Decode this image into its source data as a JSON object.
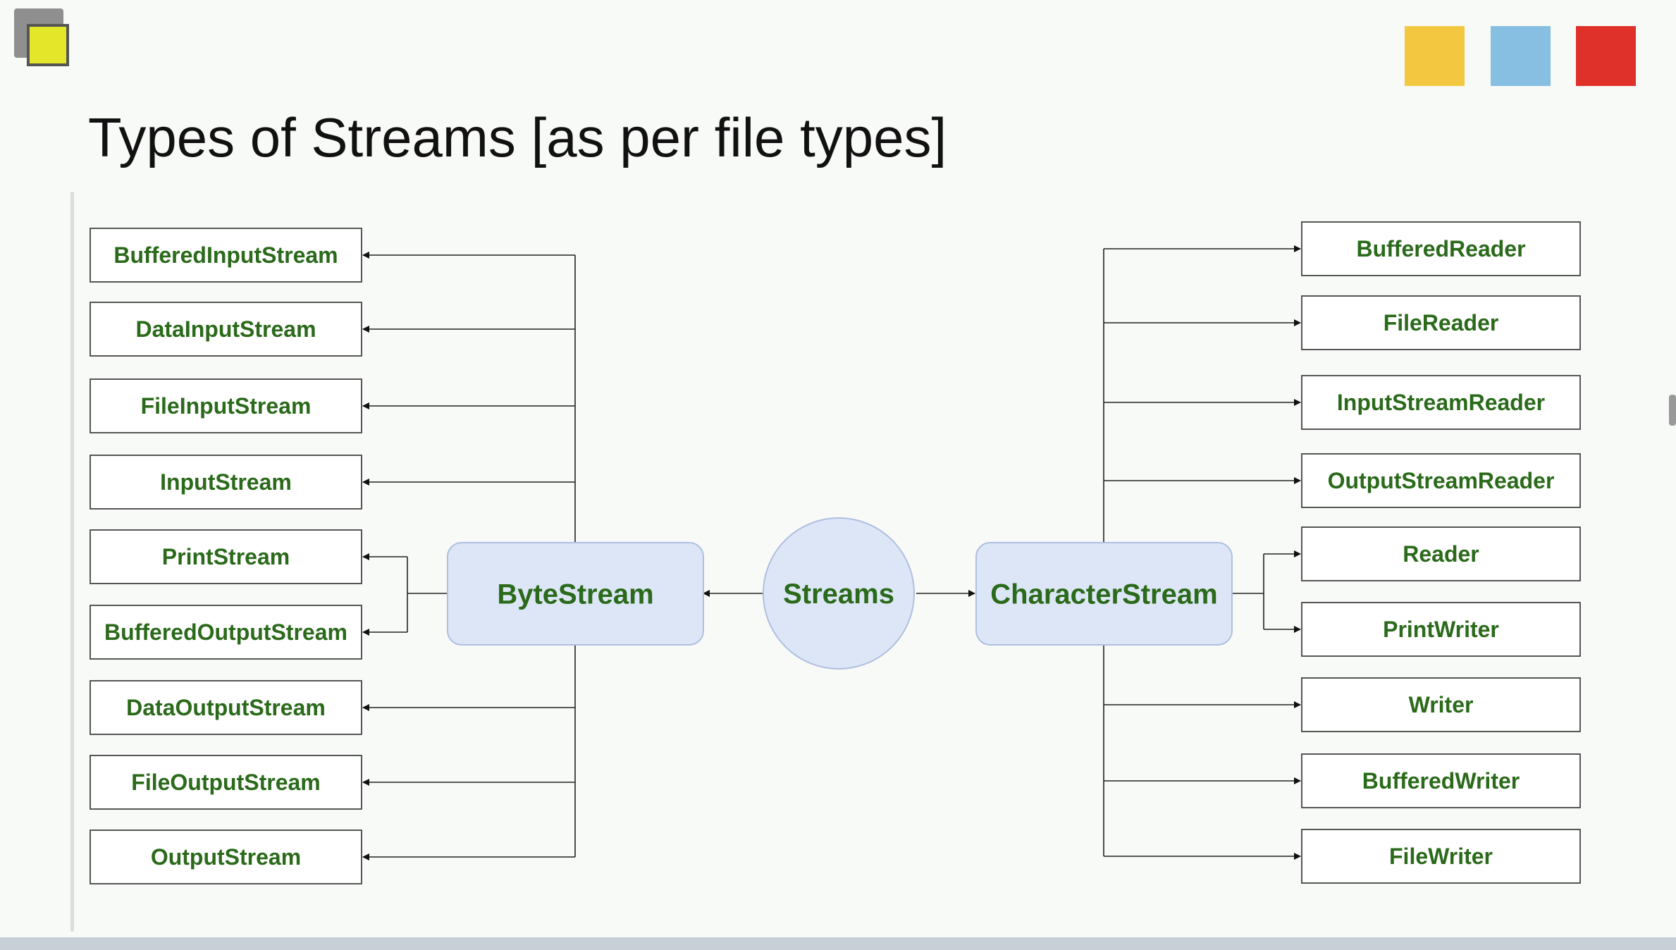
{
  "title": "Types of Streams [as per file types]",
  "colors": {
    "square_1": "#f3c840",
    "square_2": "#86bfe2",
    "square_3": "#e0302a",
    "node_fill": "#dde6f6",
    "node_stroke": "#aebfe0",
    "label_green": "#2a6a1a"
  },
  "diagram": {
    "root": "Streams",
    "byte_stream": {
      "label": "ByteStream",
      "children": [
        "BufferedInputStream",
        "DataInputStream",
        "FileInputStream",
        "InputStream",
        "PrintStream",
        "BufferedOutputStream",
        "DataOutputStream",
        "FileOutputStream",
        "OutputStream"
      ]
    },
    "character_stream": {
      "label": "CharacterStream",
      "children": [
        "BufferedReader",
        "FileReader",
        "InputStreamReader",
        "OutputStreamReader",
        "Reader",
        "PrintWriter",
        "Writer",
        "BufferedWriter",
        "FileWriter"
      ]
    }
  }
}
